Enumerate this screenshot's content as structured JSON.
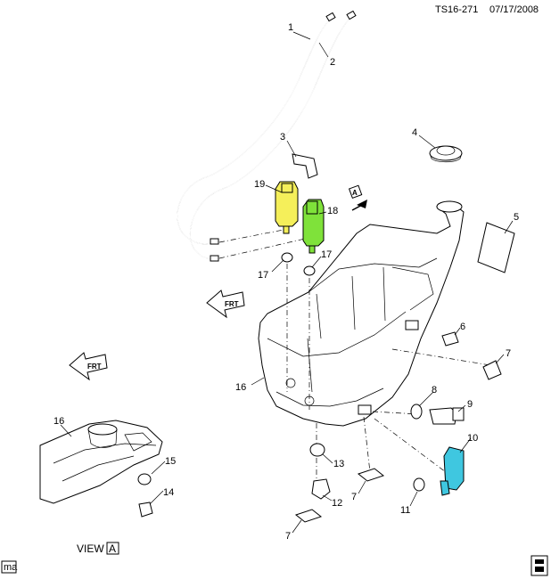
{
  "header": {
    "code": "TS16-271",
    "date": "07/17/2008"
  },
  "view_label": {
    "text": "VIEW",
    "letter": "A"
  },
  "view_marker_letter": "A",
  "front_arrow_text": "FRT",
  "footer_left": "ma",
  "callouts": {
    "c1": "1",
    "c2": "2",
    "c3": "3",
    "c4": "4",
    "c5": "5",
    "c6": "6",
    "c7a": "7",
    "c7b": "7",
    "c7c": "7",
    "c8": "8",
    "c9": "9",
    "c10": "10",
    "c11": "11",
    "c12": "12",
    "c13": "13",
    "c14": "14",
    "c15": "15",
    "c16a": "16",
    "c16b": "16",
    "c17a": "17",
    "c17b": "17",
    "c18": "18",
    "c19": "19"
  },
  "colors": {
    "pump_19": "#f5ef5a",
    "pump_18": "#7fe23a",
    "pump_10": "#3fc7e0",
    "line": "#000000",
    "background": "#ffffff"
  }
}
